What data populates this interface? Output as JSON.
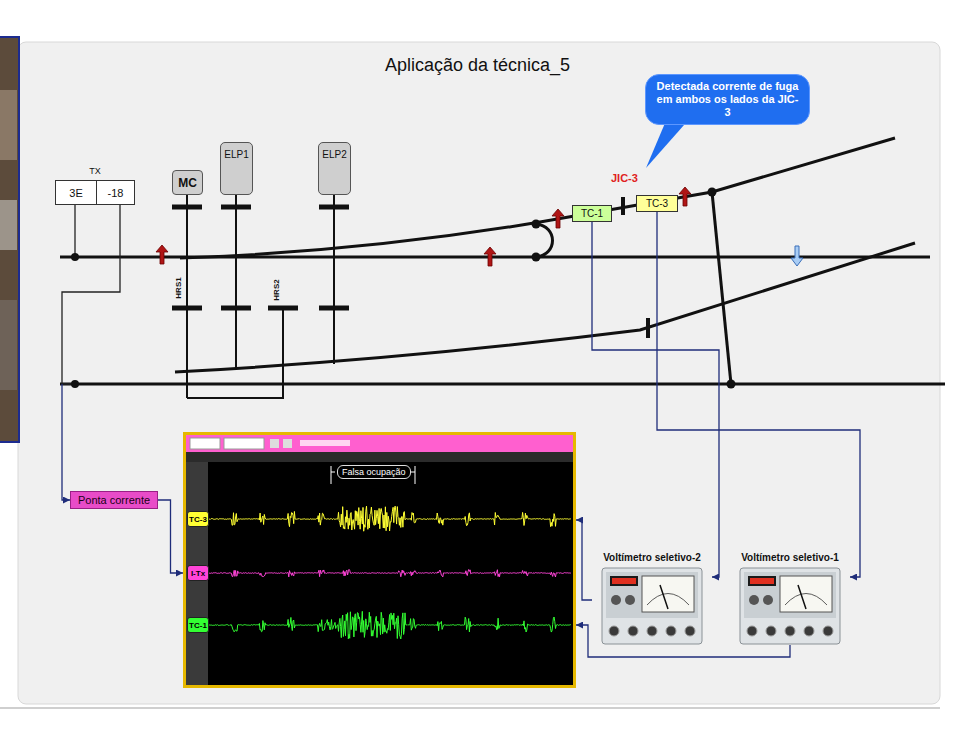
{
  "diagram": {
    "title": "Aplicação da técnica_5",
    "nodes": [
      {
        "text": [
          "TX"
        ]
      },
      {
        "text": [
          "3E"
        ],
        "in": 0
      },
      {
        "text": [
          "-18"
        ],
        "in": 0
      },
      {
        "text": [
          "MC"
        ]
      },
      {
        "text": [
          "ELP1"
        ]
      },
      {
        "text": [
          "ELP2"
        ]
      },
      {
        "text": [
          "Detectada corrente de fuga em ambos os lados da JIC-3"
        ]
      },
      {
        "text": [
          "TC-1"
        ]
      },
      {
        "text": [
          "TC-3"
        ]
      },
      {
        "text": [
          "Ponta corrente"
        ]
      },
      {
        "text": [
          "Falsa ocupação"
        ]
      },
      {
        "text": [
          "TC-3"
        ],
        "in": 10
      },
      {
        "text": [
          "I-Tx"
        ],
        "in": 10
      },
      {
        "text": [
          "TC-1"
        ],
        "in": 10
      },
      {
        "text": [
          "Voltímetro seletivo-2"
        ]
      },
      {
        "text": [
          "Voltímetro seletivo-1"
        ]
      }
    ],
    "edges": [
      {
        "from": 9,
        "to": 10,
        "arrow": "to"
      },
      {
        "from": 7,
        "to": 14,
        "arrow": "to"
      },
      {
        "from": 8,
        "to": 15,
        "arrow": "to"
      },
      {
        "from": 14,
        "to": 10,
        "arrow": "to"
      },
      {
        "from": 15,
        "to": 10,
        "arrow": "to"
      }
    ],
    "labels": [
      "JIC-3",
      "HRS1",
      "HRS2"
    ]
  }
}
